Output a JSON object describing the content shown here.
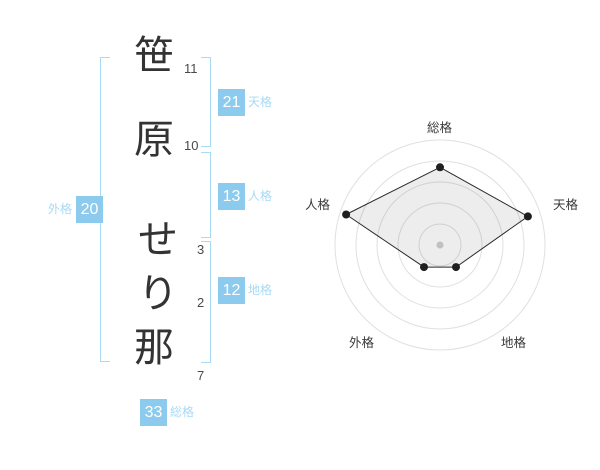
{
  "name": {
    "chars": [
      {
        "char": "笹",
        "strokes": "11"
      },
      {
        "char": "原",
        "strokes": "10"
      },
      {
        "char": "せ",
        "strokes": "3"
      },
      {
        "char": "り",
        "strokes": "2"
      },
      {
        "char": "那",
        "strokes": "7"
      }
    ]
  },
  "grids": {
    "tenkaku": {
      "value": "21",
      "label": "天格"
    },
    "jinkaku": {
      "value": "13",
      "label": "人格"
    },
    "chikaku": {
      "value": "12",
      "label": "地格"
    },
    "gaikaku": {
      "value": "20",
      "label": "外格"
    },
    "soukaku": {
      "value": "33",
      "label": "総格"
    }
  },
  "colors": {
    "badge_bg": "#8ccbed",
    "label_text": "#a7daf5",
    "bracket": "#a9daf3",
    "ring": "#e0e0e0",
    "polygon_fill": "rgba(0,0,0,0.07)",
    "polygon_stroke": "#2a2a2a",
    "dot": "#1f1f1f",
    "center_dot": "#c0c0c0"
  },
  "chart_data": {
    "type": "radar",
    "axes": [
      "総格",
      "天格",
      "地格",
      "外格",
      "人格"
    ],
    "values": [
      3.7,
      4.4,
      1.3,
      1.3,
      4.7
    ],
    "max": 5,
    "rings": 5,
    "legend": "none",
    "grid": "concentric-circles"
  }
}
